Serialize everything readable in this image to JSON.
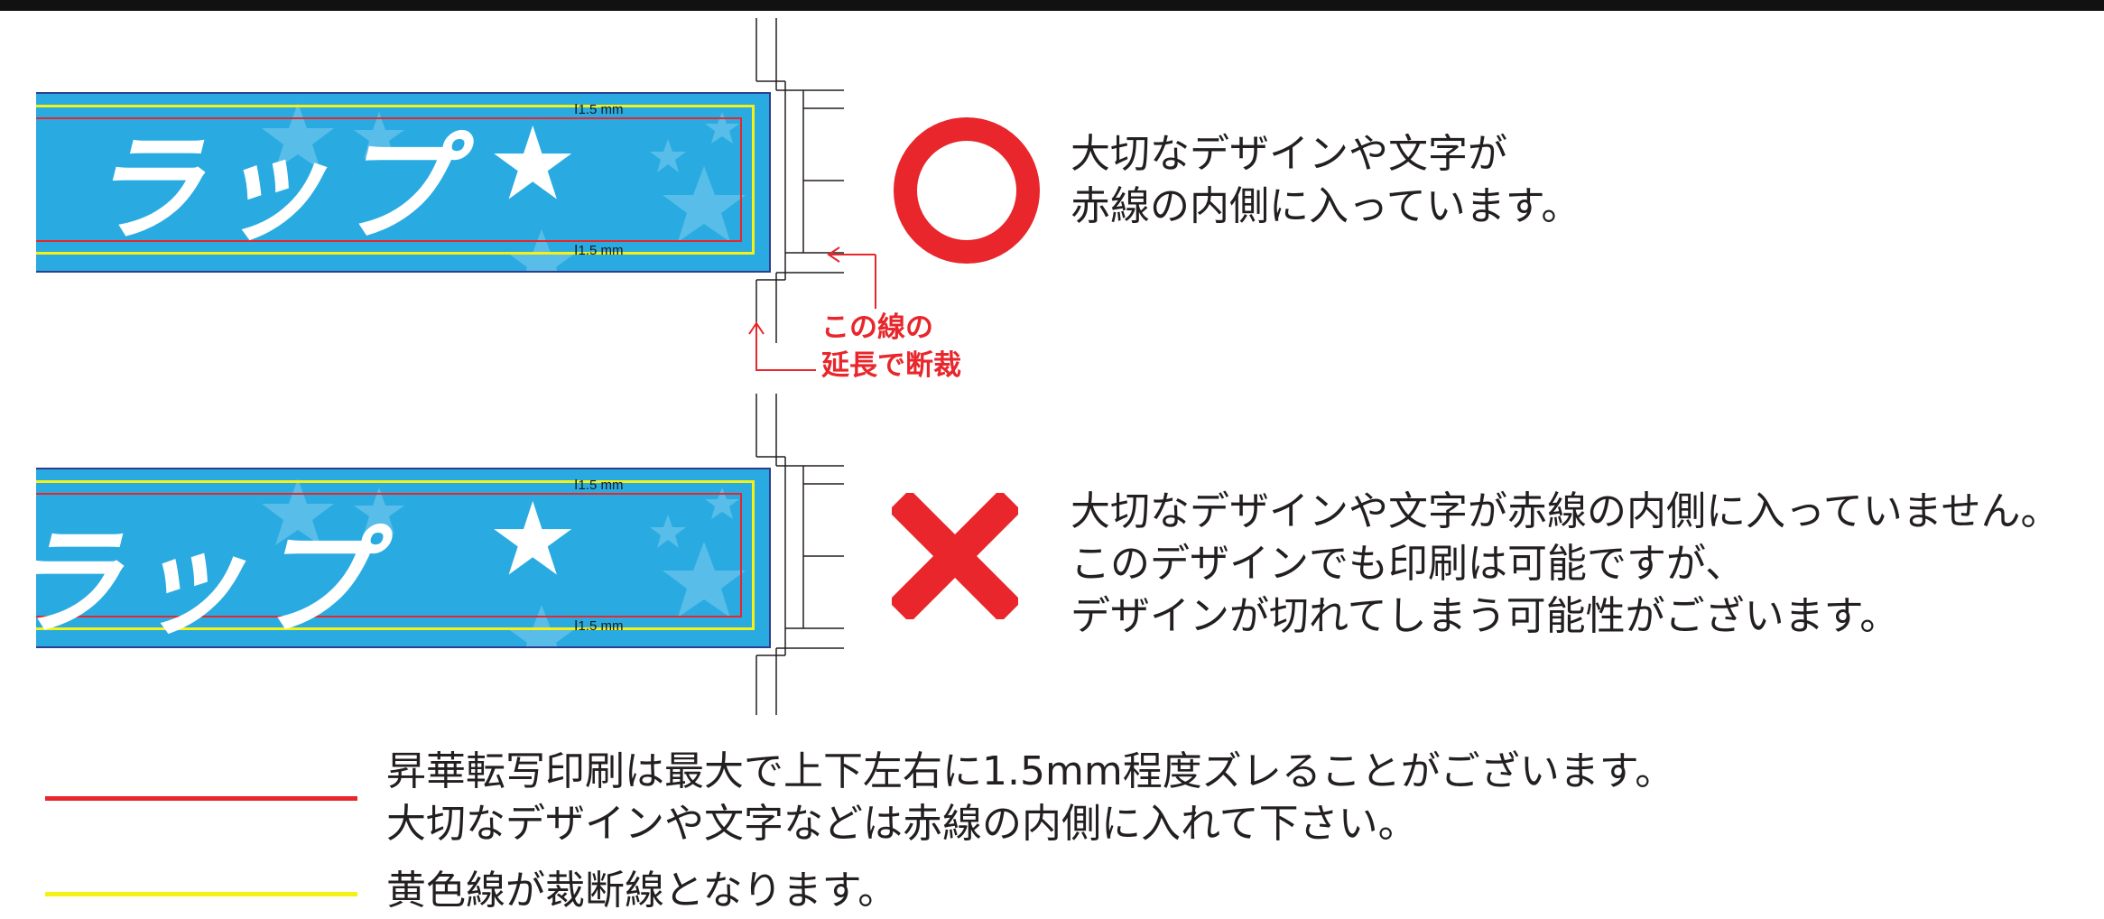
{
  "colors": {
    "red": "#e8262b",
    "yellow": "#f5f016",
    "banner_blue": "#29abe2",
    "border_navy": "#2b3f8f",
    "text": "#231f20"
  },
  "banner": {
    "logo_text": "ラップ",
    "star_glyph": "★",
    "margin_top_label": "1.5 mm",
    "margin_bottom_label": "1.5 mm"
  },
  "good_example": {
    "mark_icon": "circle-ok-icon",
    "message_lines": [
      "大切なデザインや文字が",
      "赤線の内側に入っています。"
    ]
  },
  "cut_note": {
    "lines": [
      "この線の",
      "延長で断裁"
    ]
  },
  "bad_example": {
    "mark_icon": "cross-ng-icon",
    "message_lines": [
      "大切なデザインや文字が赤線の内側に入っていません。",
      "このデザインでも印刷は可能ですが、",
      "デザインが切れてしまう可能性がございます。"
    ]
  },
  "legend": {
    "red_line_lines": [
      "昇華転写印刷は最大で上下左右に1.5mm程度ズレることがございます。",
      "大切なデザインや文字などは赤線の内側に入れて下さい。"
    ],
    "yellow_line_text": "黄色線が裁断線となります。"
  }
}
